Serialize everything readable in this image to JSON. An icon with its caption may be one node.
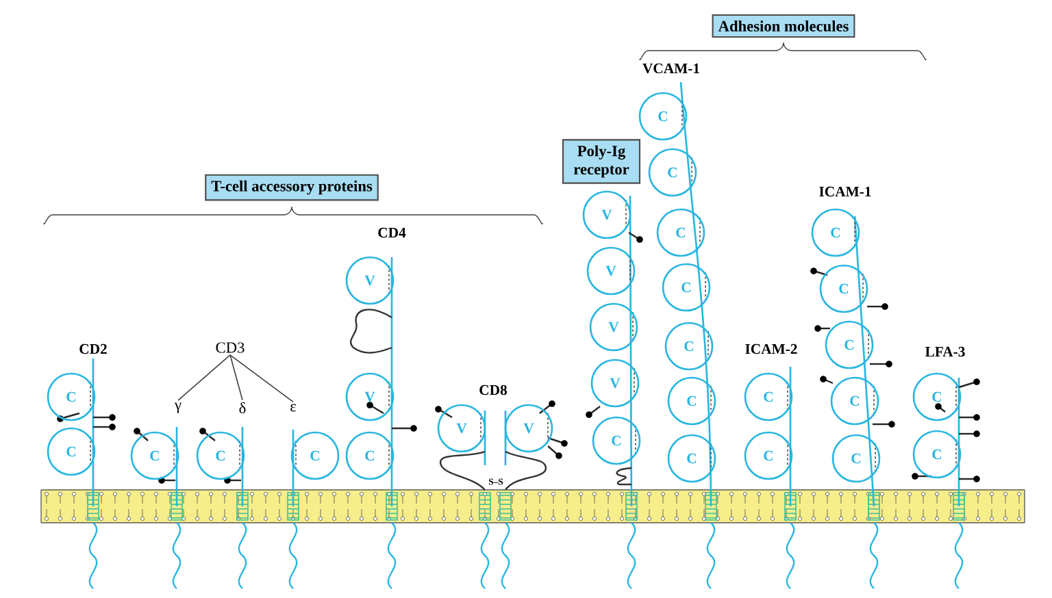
{
  "diagram": {
    "nodes": [
      {
        "text": [
          "T-cell accessory proteins"
        ]
      },
      {
        "text": [
          "Adhesion molecules"
        ]
      },
      {
        "text": [
          "Poly-Ig receptor"
        ]
      },
      {
        "text": [
          "CD3"
        ]
      },
      {
        "text": [
          "γ"
        ]
      },
      {
        "text": [
          "δ"
        ]
      },
      {
        "text": [
          "ε"
        ]
      },
      {
        "text": [
          "C"
        ]
      },
      {
        "text": [
          "C"
        ]
      },
      {
        "text": [
          "C"
        ]
      },
      {
        "text": [
          "C"
        ]
      },
      {
        "text": [
          "C"
        ]
      },
      {
        "text": [
          "V"
        ]
      },
      {
        "text": [
          "V"
        ]
      },
      {
        "text": [
          "C"
        ]
      },
      {
        "text": [
          "V"
        ]
      },
      {
        "text": [
          "V"
        ]
      },
      {
        "text": [
          "V"
        ]
      },
      {
        "text": [
          "V"
        ]
      },
      {
        "text": [
          "V"
        ]
      },
      {
        "text": [
          "V"
        ]
      },
      {
        "text": [
          "C"
        ]
      },
      {
        "text": [
          "C"
        ]
      },
      {
        "text": [
          "C"
        ]
      },
      {
        "text": [
          "C"
        ]
      },
      {
        "text": [
          "C"
        ]
      },
      {
        "text": [
          "C"
        ]
      },
      {
        "text": [
          "C"
        ]
      },
      {
        "text": [
          "C"
        ]
      },
      {
        "text": [
          "C"
        ]
      },
      {
        "text": [
          "C"
        ]
      },
      {
        "text": [
          "C"
        ]
      },
      {
        "text": [
          "C"
        ]
      },
      {
        "text": [
          "C"
        ]
      },
      {
        "text": [
          "C"
        ]
      },
      {
        "text": [
          "C"
        ]
      },
      {
        "text": [
          "C"
        ]
      },
      {
        "text": [
          "C"
        ]
      }
    ],
    "edges": [
      {
        "from": 3,
        "to": 4,
        "arrow": "none"
      },
      {
        "from": 3,
        "to": 5,
        "arrow": "none"
      },
      {
        "from": 3,
        "to": 6,
        "arrow": "none"
      }
    ],
    "labels": [
      "CD2",
      "CD4",
      "CD8",
      "S–S",
      "VCAM-1",
      "ICAM-2",
      "ICAM-1",
      "LFA-3"
    ]
  }
}
